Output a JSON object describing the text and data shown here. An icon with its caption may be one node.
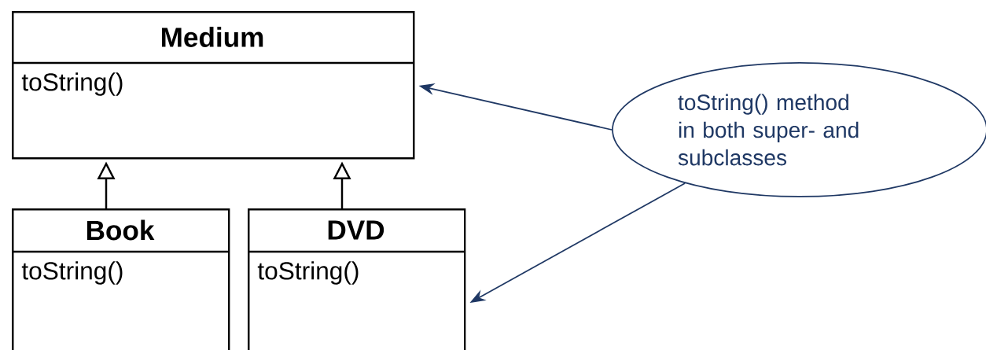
{
  "diagram": {
    "nodes": [
      {
        "text": [
          "Medium",
          "toString()"
        ]
      },
      {
        "text": [
          "Book",
          "toString()"
        ]
      },
      {
        "text": [
          "DVD",
          "toString()"
        ]
      },
      {
        "text": [
          "toString() method in both super- and subclasses"
        ]
      }
    ],
    "edges": [
      {
        "from": 1,
        "to": 0,
        "arrow": "to"
      },
      {
        "from": 2,
        "to": 0,
        "arrow": "to"
      },
      {
        "from": 3,
        "to": 0,
        "arrow": "to",
        "color": "#1f3864"
      },
      {
        "from": 3,
        "to": 2,
        "arrow": "to",
        "color": "#1f3864"
      }
    ]
  }
}
